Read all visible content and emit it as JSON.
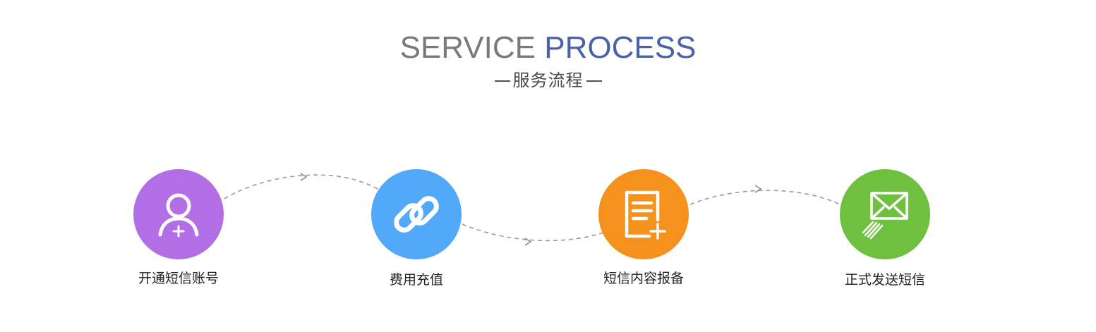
{
  "header": {
    "title_part1": "SERVICE",
    "title_part2": "PROCESS",
    "subtitle": "服务流程"
  },
  "colors": {
    "step1": "#b26ee5",
    "step2": "#53a9f9",
    "step3": "#f5921e",
    "step4": "#6fc03f",
    "accent": "#4a62a8"
  },
  "steps": [
    {
      "label": "开通短信账号",
      "icon": "add-user-icon"
    },
    {
      "label": "费用充值",
      "icon": "link-icon"
    },
    {
      "label": "短信内容报备",
      "icon": "document-add-icon"
    },
    {
      "label": "正式发送短信",
      "icon": "send-mail-icon"
    }
  ]
}
